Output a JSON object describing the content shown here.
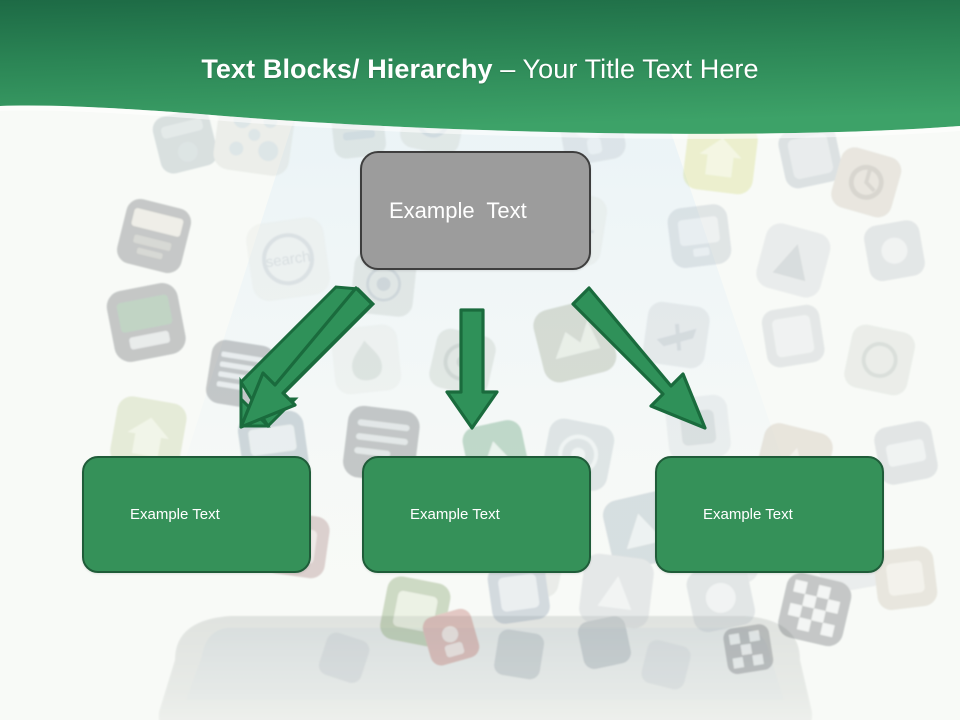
{
  "slide": {
    "title": {
      "bold_part": "Text Blocks/ Hierarchy ",
      "separator": "– ",
      "light_part": "Your Title Text Here",
      "full": "Text Blocks/ Hierarchy – Your Title Text Here"
    },
    "theme": {
      "header_gradient_top": "#1f6c47",
      "header_gradient_bottom": "#3a9d66",
      "background": "#f8faf7",
      "accent_green": "#359159",
      "accent_green_border": "#1f5c39",
      "arrow_fill": "#2f9159",
      "arrow_border": "#1a6b3d",
      "parent_box_fill": "#9c9c9c",
      "parent_box_border": "#3e3e3e",
      "text_on_shape": "#ffffff"
    },
    "hierarchy": {
      "parent": {
        "label": "Example  Text"
      },
      "children": [
        {
          "label": "Example Text"
        },
        {
          "label": "Example Text"
        },
        {
          "label": "Example Text"
        }
      ],
      "connectors": [
        {
          "name": "arrow-down-left",
          "direction": "down-left"
        },
        {
          "name": "arrow-down",
          "direction": "down"
        },
        {
          "name": "arrow-down-right",
          "direction": "down-right"
        }
      ]
    },
    "background_image": {
      "name": "app-icons-emerging-from-tablet",
      "description": "Faded photograph of colorful rounded-square app icons floating above a tablet device"
    }
  }
}
